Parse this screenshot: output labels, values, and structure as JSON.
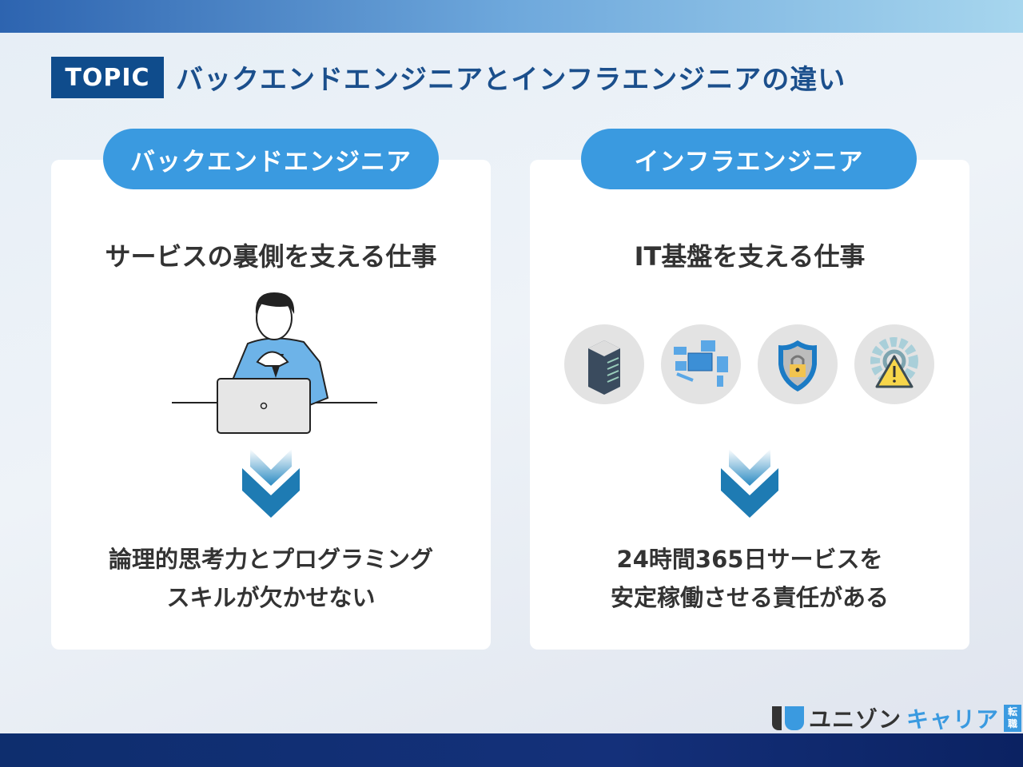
{
  "header": {
    "topic_label": "TOPIC",
    "title": "バックエンドエンジニアとインフラエンジニアの違い"
  },
  "left": {
    "label": "バックエンドエンジニア",
    "subtitle": "サービスの裏側を支える仕事",
    "result_line1": "論理的思考力とプログラミング",
    "result_line2": "スキルが欠かせない"
  },
  "right": {
    "label": "インフラエンジニア",
    "subtitle": "IT基盤を支える仕事",
    "icons": [
      "server-icon",
      "network-devices-icon",
      "security-shield-icon",
      "gear-warning-icon"
    ],
    "result_line1": "24時間365日サービスを",
    "result_line2": "安定稼働させる責任がある"
  },
  "logo": {
    "text_dark": "ユニゾン",
    "text_blue": "キャリア",
    "badge": "転職"
  },
  "colors": {
    "accent": "#3a9ae0",
    "topic": "#0f4c8c",
    "arrow": "#1e7bb3"
  }
}
